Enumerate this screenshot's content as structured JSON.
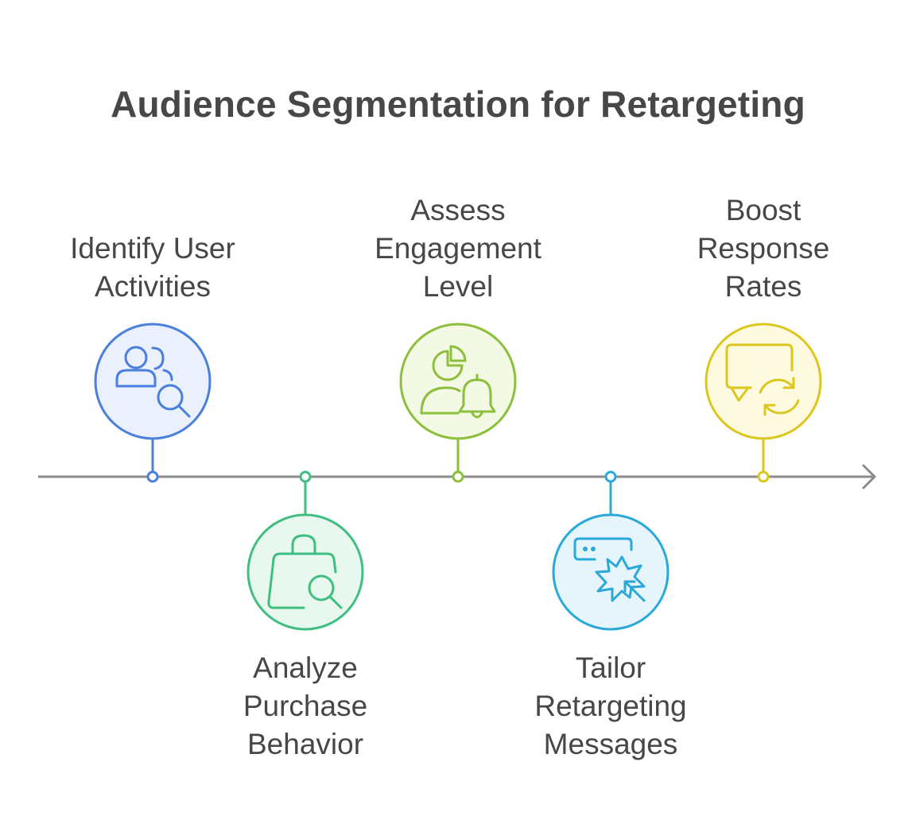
{
  "title": "Audience Segmentation for Retargeting",
  "steps": [
    {
      "lines": [
        "Identify User",
        "Activities"
      ],
      "icon": "users-search-icon",
      "color": "#4a7fdc",
      "fill": "#eaf1fc"
    },
    {
      "lines": [
        "Analyze",
        "Purchase",
        "Behavior"
      ],
      "icon": "shopping-bag-search-icon",
      "color": "#3fbf7f",
      "fill": "#e8f8ef"
    },
    {
      "lines": [
        "Assess",
        "Engagement",
        "Level"
      ],
      "icon": "user-chart-bell-icon",
      "color": "#8cbf3a",
      "fill": "#f3f9e4"
    },
    {
      "lines": [
        "Tailor",
        "Retargeting",
        "Messages"
      ],
      "icon": "browser-click-icon",
      "color": "#29a8d9",
      "fill": "#e6f5fc"
    },
    {
      "lines": [
        "Boost",
        "Response",
        "Rates"
      ],
      "icon": "chat-refresh-icon",
      "color": "#dcc71e",
      "fill": "#fdfadf"
    }
  ],
  "timeline_color": "#8c8c8c"
}
